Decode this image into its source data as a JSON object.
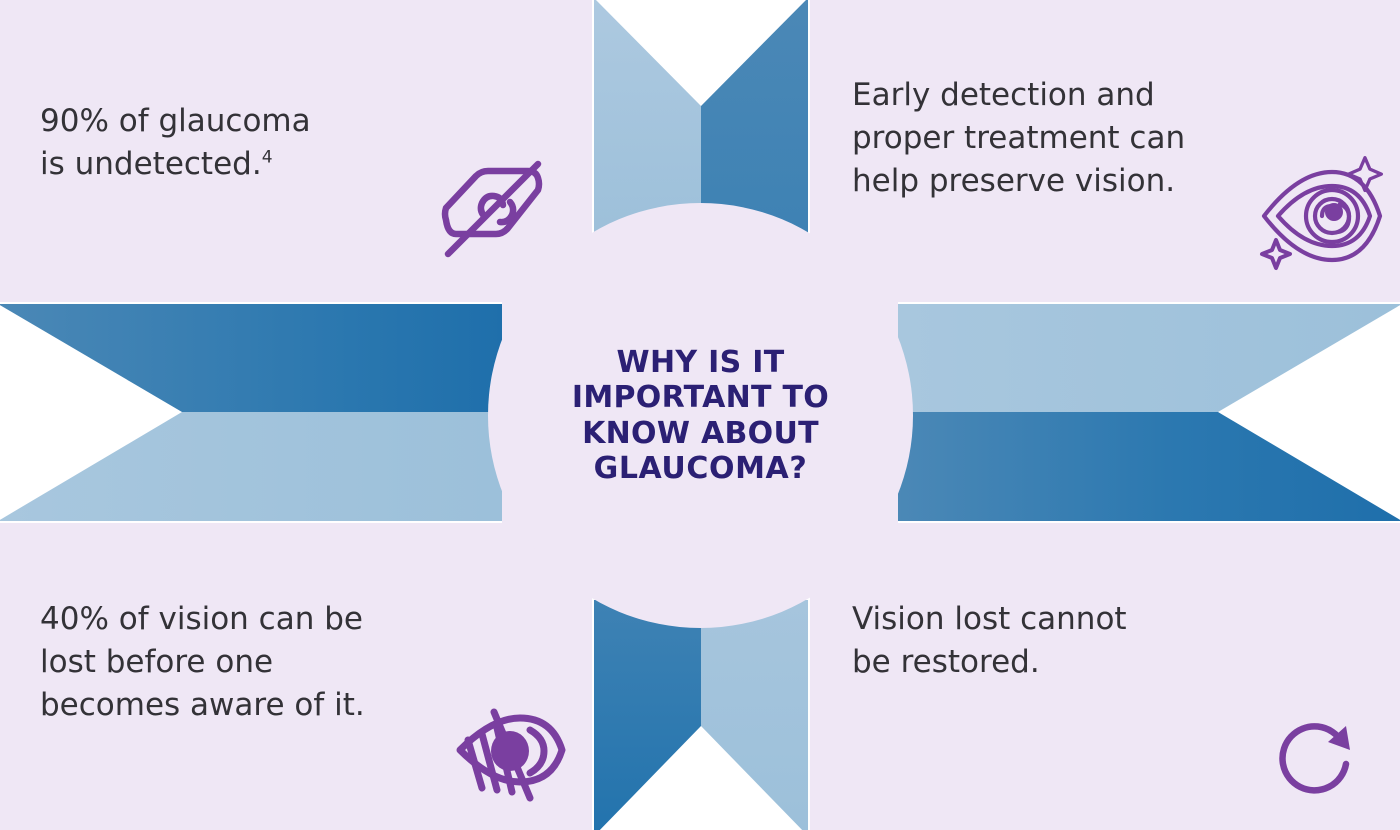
{
  "palette": {
    "background_lavender": "#efe7f5",
    "card_white": "#ffffff",
    "blue_light": "#a6c5dd",
    "blue_mid": "#3e82b4",
    "blue_deep": "#1f6fab",
    "title_navy": "#2b2074",
    "body_text": "#333237",
    "icon_purple": "#7a3fa0"
  },
  "center": {
    "title_line1": "WHY IS IT",
    "title_line2": "IMPORTANT TO",
    "title_line3": "KNOW ABOUT",
    "title_line4": "GLAUCOMA?",
    "title_full": "WHY IS IT IMPORTANT TO KNOW ABOUT GLAUCOMA?"
  },
  "quadrants": [
    {
      "id": "top-left",
      "text": "90% of glaucoma\nis undetected.",
      "footnote": "4",
      "icon": "eye-off-icon",
      "statistic": "90%"
    },
    {
      "id": "top-right",
      "text": "Early detection and\nproper treatment can\nhelp preserve vision.",
      "footnote": "",
      "icon": "eye-sparkle-icon",
      "statistic": ""
    },
    {
      "id": "bottom-left",
      "text": "40% of vision can be\nlost before one\nbecomes aware of it.",
      "footnote": "",
      "icon": "eye-blurred-icon",
      "statistic": "40%"
    },
    {
      "id": "bottom-right",
      "text": "Vision lost cannot\nbe restored.",
      "footnote": "",
      "icon": "restore-arrow-icon",
      "statistic": ""
    }
  ],
  "ribbons": [
    {
      "id": "top",
      "direction": "points-down-to-center",
      "near_half_color": "#a6c5dd",
      "far_half_color": "#3e82b4"
    },
    {
      "id": "right",
      "direction": "points-left-to-center",
      "near_half_color": "#a6c5dd",
      "far_half_color": "#3e82b4"
    },
    {
      "id": "bottom",
      "direction": "points-up-to-center",
      "near_half_color": "#3e82b4",
      "far_half_color": "#a6c5dd"
    },
    {
      "id": "left",
      "direction": "points-right-to-center",
      "near_half_color": "#3e82b4",
      "far_half_color": "#a6c5dd"
    }
  ]
}
